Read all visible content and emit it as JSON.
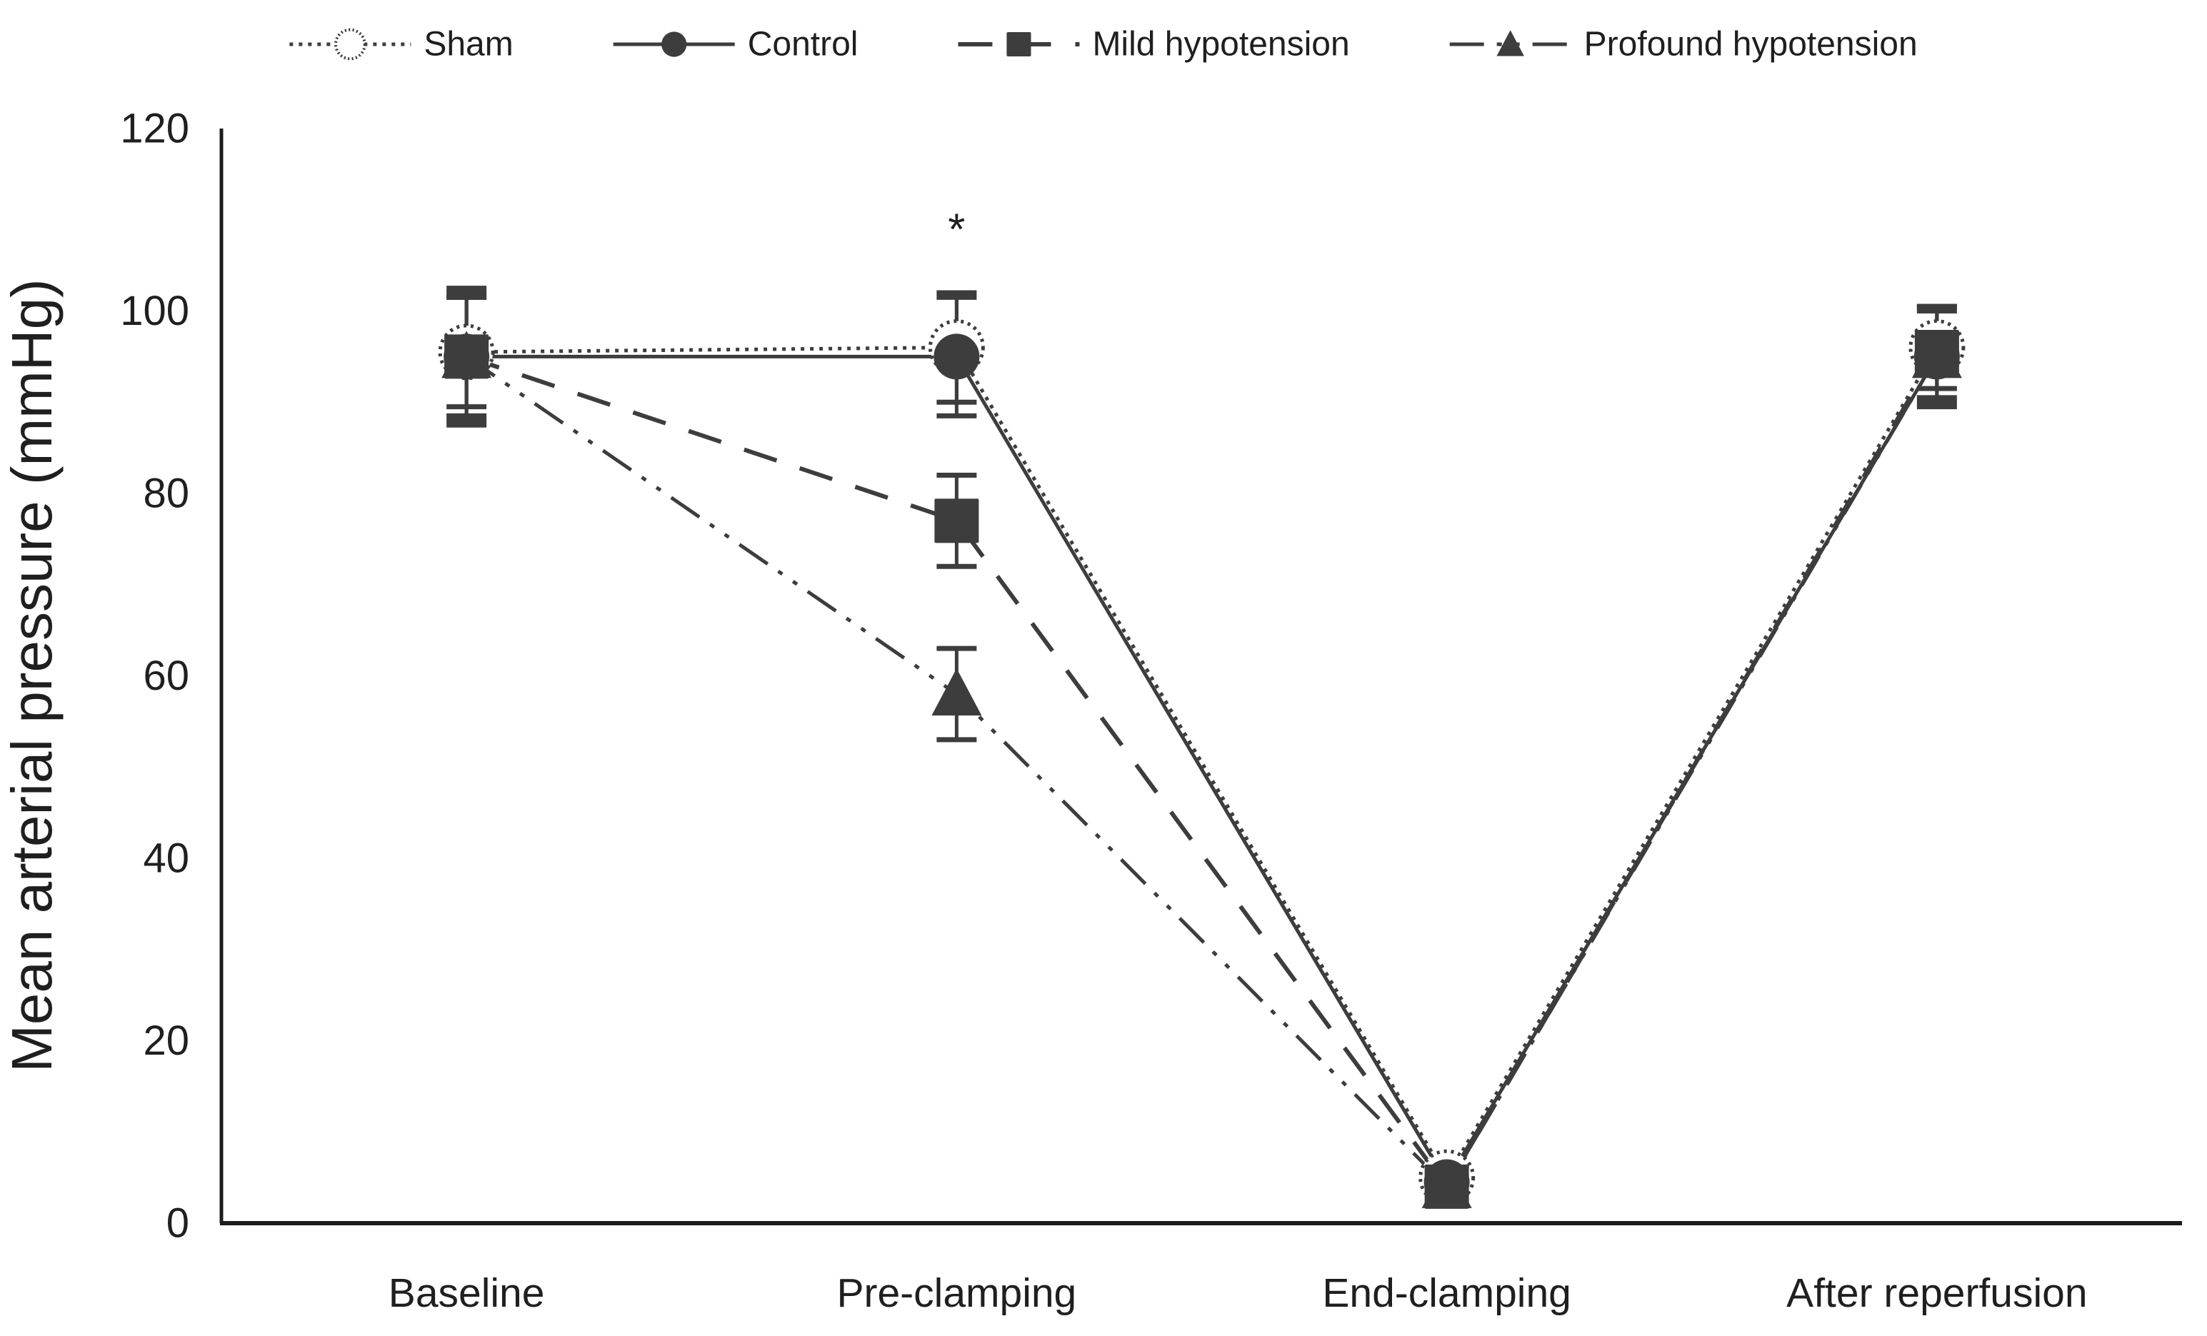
{
  "figure": {
    "background": "#ffffff"
  },
  "chart_data": {
    "type": "line",
    "title": "",
    "xlabel": "",
    "ylabel": "Mean arterial pressure (mmHg)",
    "ylim": [
      0,
      120
    ],
    "yticks": [
      0,
      20,
      40,
      60,
      80,
      100,
      120
    ],
    "grid": false,
    "legend_position": "top-center",
    "categories": [
      "Baseline",
      "Pre-clamping",
      "End-clamping",
      "After reperfusion"
    ],
    "series": [
      {
        "name": "Sham",
        "marker": "open-dotted-circle",
        "line_style": "dotted",
        "values": [
          95.5,
          96,
          5,
          96
        ],
        "errors": [
          6,
          6,
          1,
          4.5
        ]
      },
      {
        "name": "Control",
        "marker": "filled-circle",
        "line_style": "solid",
        "values": [
          95,
          95,
          4.5,
          95
        ],
        "errors": [
          7,
          6.5,
          1.5,
          5.5
        ]
      },
      {
        "name": "Mild hypotension",
        "marker": "filled-square",
        "line_style": "dashed",
        "values": [
          95,
          77,
          4,
          95.5
        ],
        "errors": [
          6.5,
          5,
          1.5,
          5
        ]
      },
      {
        "name": "Profound hypotension",
        "marker": "filled-triangle",
        "line_style": "dash-dot-dot",
        "values": [
          95,
          58,
          4,
          95
        ],
        "errors": [
          7.5,
          5,
          1.5,
          5
        ]
      }
    ],
    "annotations": [
      {
        "text": "*",
        "category": "Pre-clamping",
        "value": 109
      }
    ],
    "colors": {
      "series": "#3d3d3d",
      "axis": "#1c1c1c",
      "text": "#1f1f1f",
      "background": "#ffffff"
    }
  }
}
